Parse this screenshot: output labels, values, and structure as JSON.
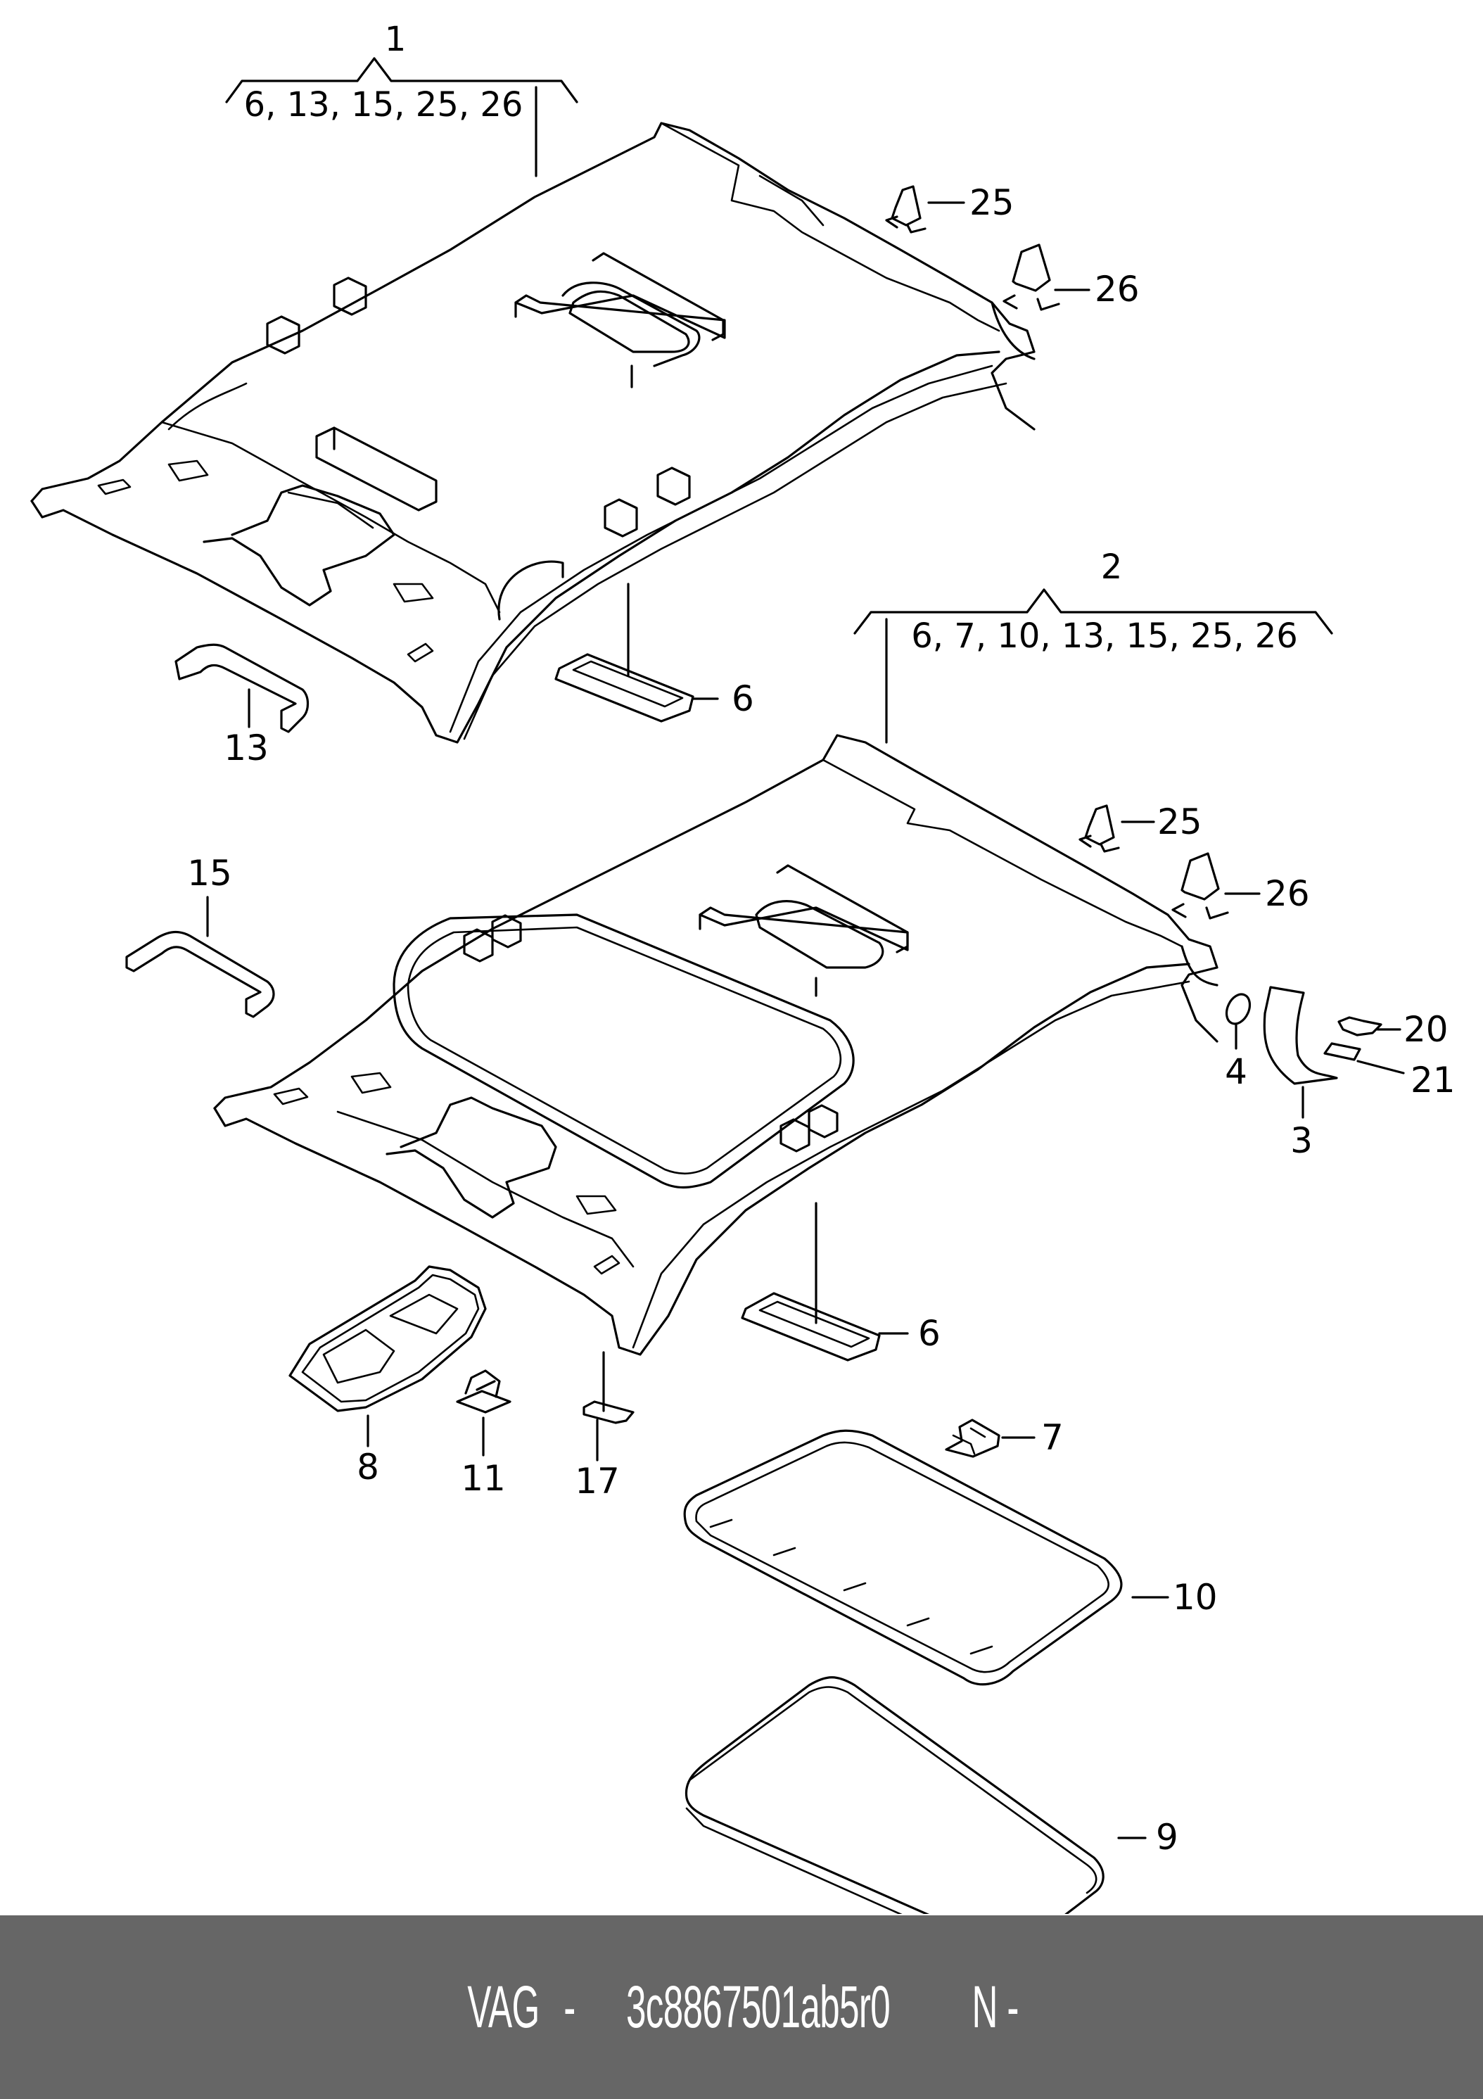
{
  "diagram": {
    "title": "Headliner / sunroof parts diagram",
    "assemblies": [
      {
        "id": "1",
        "label": "1",
        "includes_label": "6, 13, 15, 25, 26"
      },
      {
        "id": "2",
        "label": "2",
        "includes_label": "6, 7, 10, 13, 15, 25, 26"
      }
    ],
    "callouts": {
      "p3": "3",
      "p4": "4",
      "p6a": "6",
      "p6b": "6",
      "p7": "7",
      "p8": "8",
      "p9": "9",
      "p10": "10",
      "p11": "11",
      "p13": "13",
      "p15": "15",
      "p17": "17",
      "p20": "20",
      "p21": "21",
      "p25a": "25",
      "p25b": "25",
      "p26a": "26",
      "p26b": "26"
    }
  },
  "footer": {
    "brand": "VAG",
    "separator": "-",
    "part_number": "3c8867501ab5r0",
    "suffix": "N -"
  },
  "colors": {
    "footer_bg": "#666666",
    "footer_text": "#ffffff",
    "line": "#000000"
  }
}
